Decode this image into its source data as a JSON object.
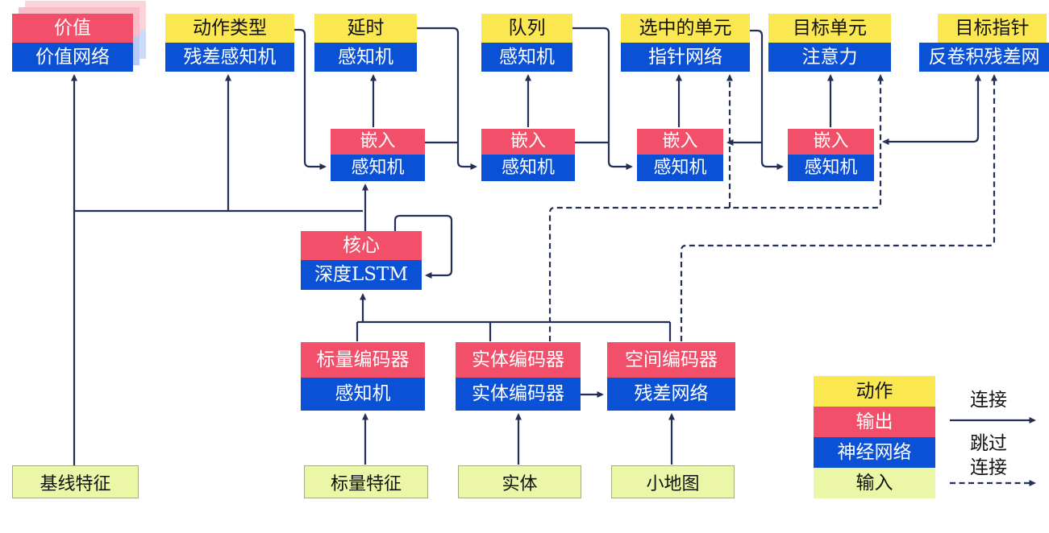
{
  "diagram": {
    "heads": [
      {
        "id": "value",
        "action": "价值",
        "network": "价值网络",
        "action_type": "output",
        "stacked": true
      },
      {
        "id": "action-type",
        "action": "动作类型",
        "network": "残差感知机",
        "action_type": "action"
      },
      {
        "id": "delay",
        "action": "延时",
        "network": "感知机",
        "action_type": "action"
      },
      {
        "id": "queue",
        "action": "队列",
        "network": "感知机",
        "action_type": "action"
      },
      {
        "id": "selected-units",
        "action": "选中的单元",
        "network": "指针网络",
        "action_type": "action"
      },
      {
        "id": "target-unit",
        "action": "目标单元",
        "network": "注意力",
        "action_type": "action"
      },
      {
        "id": "target-pointer",
        "action": "目标指针",
        "network": "反卷积残差网",
        "action_type": "action"
      }
    ],
    "embeds": [
      {
        "output": "嵌入",
        "network": "感知机"
      },
      {
        "output": "嵌入",
        "network": "感知机"
      },
      {
        "output": "嵌入",
        "network": "感知机"
      },
      {
        "output": "嵌入",
        "network": "感知机"
      }
    ],
    "core": {
      "output": "核心",
      "network": "深度LSTM"
    },
    "encoders": [
      {
        "output": "标量编码器",
        "network": "感知机"
      },
      {
        "output": "实体编码器",
        "network": "实体编码器"
      },
      {
        "output": "空间编码器",
        "network": "残差网络"
      }
    ],
    "inputs": [
      {
        "label": "基线特征"
      },
      {
        "label": "标量特征"
      },
      {
        "label": "实体"
      },
      {
        "label": "小地图"
      }
    ],
    "legend": {
      "rows": [
        {
          "label": "动作",
          "type": "action"
        },
        {
          "label": "输出",
          "type": "output"
        },
        {
          "label": "神经网络",
          "type": "network"
        },
        {
          "label": "输入",
          "type": "input"
        }
      ],
      "connection_label": "连接",
      "skip_label_line1": "跳过",
      "skip_label_line2": "连接"
    },
    "colors": {
      "action": "#fbe851",
      "output": "#f2506a",
      "network": "#0b51d6",
      "input": "#ebf7a6",
      "line": "#232f55"
    }
  }
}
